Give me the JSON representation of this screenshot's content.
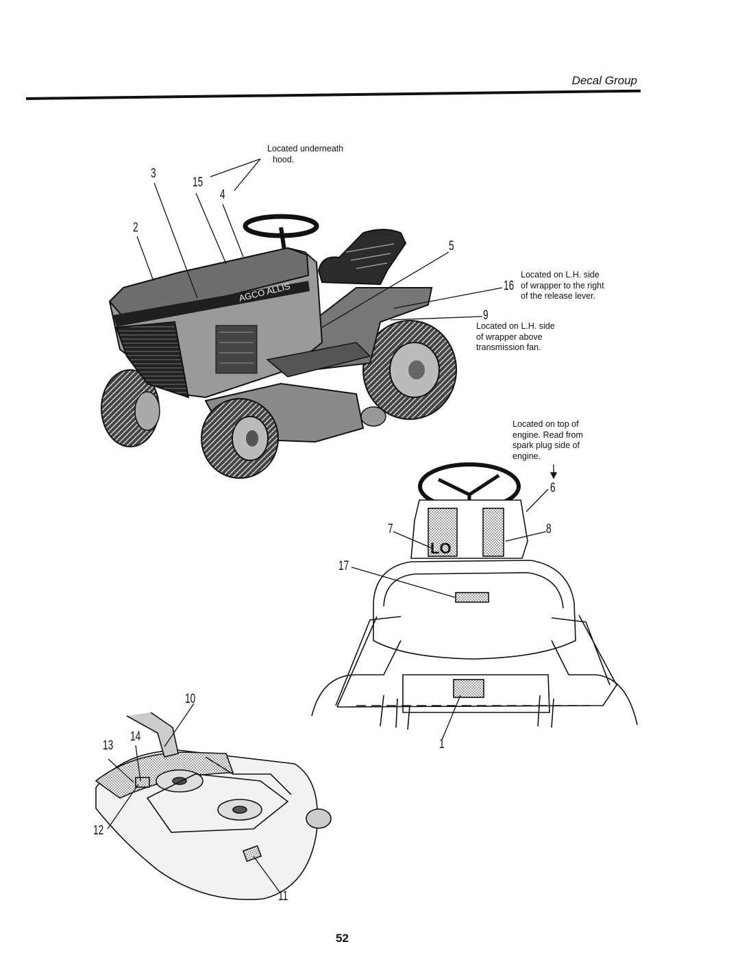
{
  "header": {
    "section_title": "Decal Group"
  },
  "notes": {
    "hood": [
      "Located underneath",
      "hood."
    ],
    "release_lever": [
      "Located on L.H. side",
      "of wrapper to the right",
      "of the release lever."
    ],
    "transmission_fan": [
      "Located on L.H. side",
      "of wrapper above",
      "transmission fan."
    ],
    "engine_top": [
      "Located on top of",
      "engine. Read from",
      "spark plug side of",
      "engine."
    ]
  },
  "callouts": {
    "c1": "1",
    "c2": "2",
    "c3": "3",
    "c4": "4",
    "c5": "5",
    "c6": "6",
    "c7": "7",
    "c8": "8",
    "c9": "9",
    "c10": "10",
    "c11": "11",
    "c12": "12",
    "c13": "13",
    "c14": "14",
    "c15": "15",
    "c16": "16",
    "c17": "17"
  },
  "tractor_brand_decal": "AGCO ALLIS",
  "footer": {
    "page_number": "52"
  }
}
